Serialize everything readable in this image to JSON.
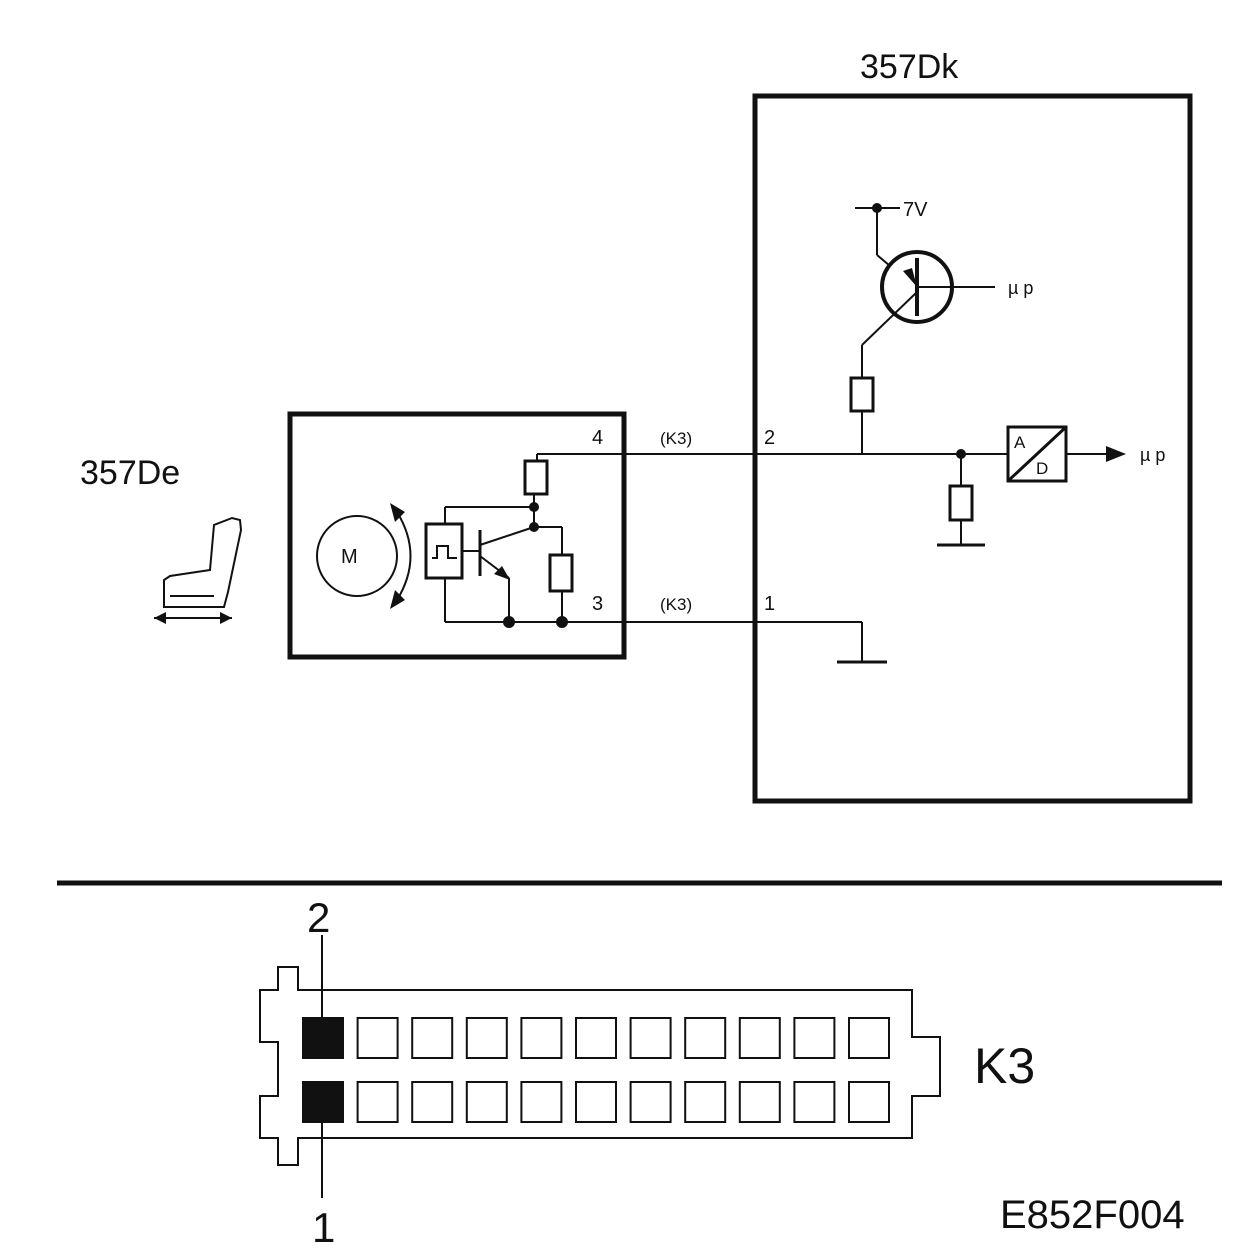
{
  "labels": {
    "module_dk": "357Dk",
    "module_de": "357De",
    "motor": "M",
    "supply_voltage": "7V",
    "mp_1": "µ p",
    "mp_2": "µ p",
    "adc_a": "A",
    "adc_d": "D",
    "pin_4": "4",
    "pin_3": "3",
    "pin_2": "2",
    "pin_1": "1",
    "conn_upper": "(K3)",
    "conn_lower": "(K3)",
    "connector_name": "K3",
    "connector_pin_2": "2",
    "connector_pin_1": "1",
    "figure_code": "E852F004"
  },
  "connector": {
    "pins_per_row": 11,
    "highlighted_pins": [
      "2",
      "1"
    ]
  },
  "colors": {
    "ink": "#111111",
    "background": "#ffffff"
  }
}
